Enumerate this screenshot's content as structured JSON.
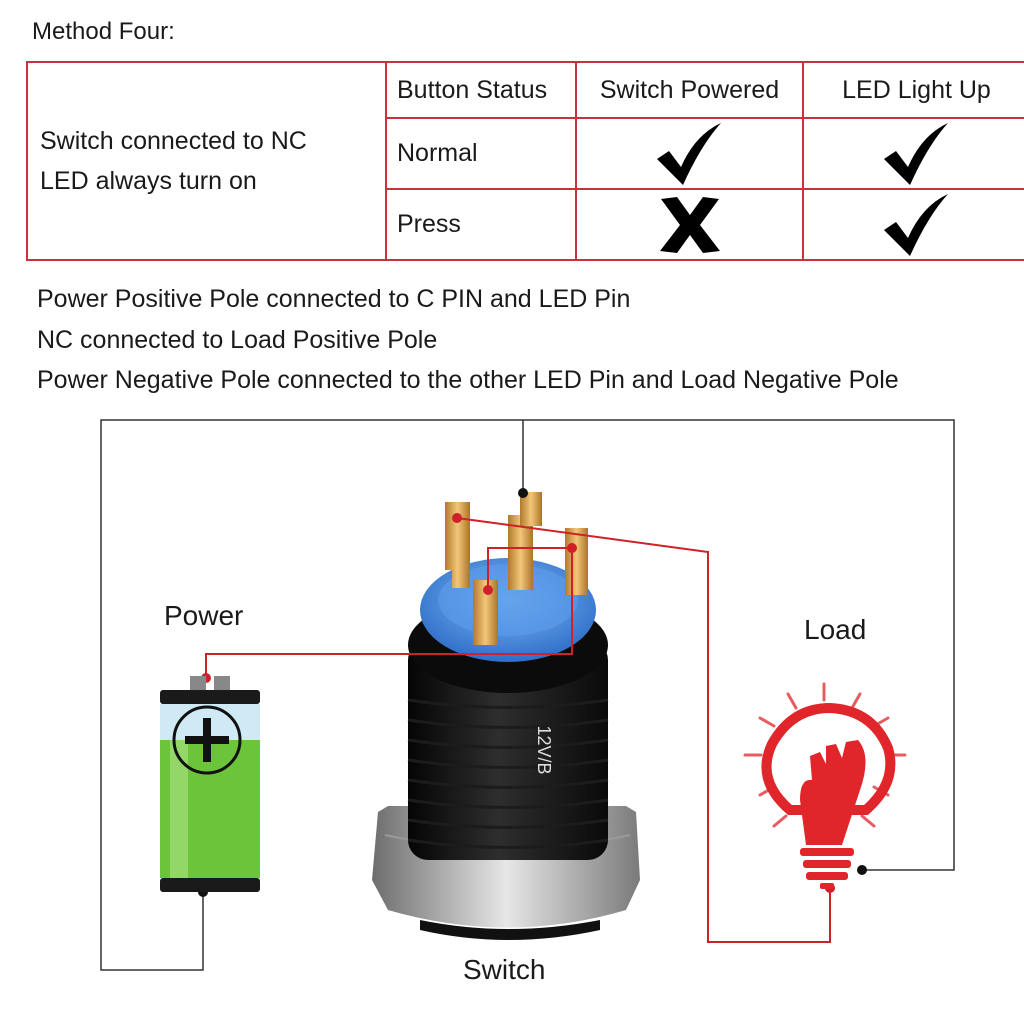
{
  "method_title": "Method Four:",
  "table": {
    "description_lines": [
      "Switch connected to NC",
      "LED always turn on"
    ],
    "headers": [
      "Button Status",
      "Switch Powered",
      "LED Light Up"
    ],
    "rows": [
      {
        "status": "Normal",
        "switch_powered": "check",
        "led_light_up": "check"
      },
      {
        "status": "Press",
        "switch_powered": "cross",
        "led_light_up": "check"
      }
    ],
    "border_color": "#c8323c"
  },
  "notes": [
    "Power Positive Pole connected to C PIN and LED Pin",
    "NC connected to Load Positive Pole",
    "Power Negative Pole connected to the other LED Pin and Load Negative Pole"
  ],
  "diagram": {
    "power_label": "Power",
    "load_label": "Load",
    "switch_label": "Switch",
    "switch_marking": "12V/B",
    "wire_color_positive": "#d0202a",
    "wire_color_negative": "#333333",
    "battery_color": "#6cc43a",
    "bulb_color": "#e0262b",
    "switch_ring_color": "#4a90e2"
  }
}
